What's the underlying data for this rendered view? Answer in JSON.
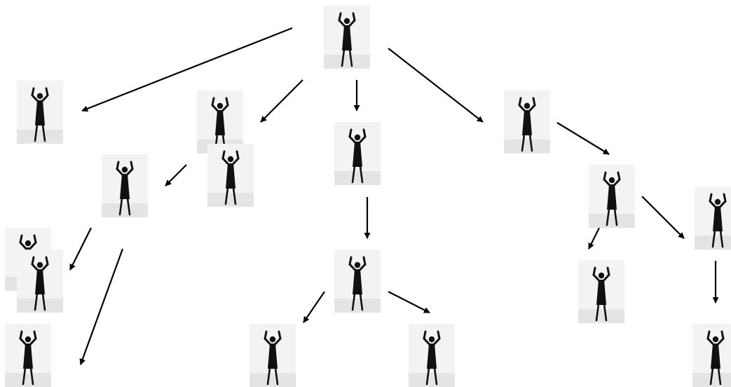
{
  "diagram": {
    "type": "tree",
    "node_image": "silhouette-arms-raised-icon",
    "colors": {
      "background": "#ffffff",
      "arrow": "#000000",
      "figure": "#111111",
      "photo_bg": "#f3f3f3"
    },
    "nodes": [
      {
        "id": "root"
      },
      {
        "id": "n1"
      },
      {
        "id": "n2"
      },
      {
        "id": "n2b"
      },
      {
        "id": "n3"
      },
      {
        "id": "n4"
      },
      {
        "id": "n5"
      },
      {
        "id": "n6"
      },
      {
        "id": "n6b"
      },
      {
        "id": "n7"
      },
      {
        "id": "n8"
      },
      {
        "id": "n9"
      },
      {
        "id": "n10"
      },
      {
        "id": "n11"
      },
      {
        "id": "n12"
      },
      {
        "id": "n13"
      },
      {
        "id": "n14"
      },
      {
        "id": "n15"
      }
    ],
    "edges": [
      {
        "from": "root",
        "to": "n1"
      },
      {
        "from": "root",
        "to": "n2"
      },
      {
        "from": "root",
        "to": "n3"
      },
      {
        "from": "root",
        "to": "n4"
      },
      {
        "from": "n2",
        "to": "n5"
      },
      {
        "from": "n5",
        "to": "n6"
      },
      {
        "from": "n5",
        "to": "n7"
      },
      {
        "from": "n3",
        "to": "n8"
      },
      {
        "from": "n8",
        "to": "n9"
      },
      {
        "from": "n8",
        "to": "n10"
      },
      {
        "from": "n4",
        "to": "n11"
      },
      {
        "from": "n11",
        "to": "n12"
      },
      {
        "from": "n11",
        "to": "n13"
      },
      {
        "from": "n13",
        "to": "n14"
      }
    ]
  }
}
